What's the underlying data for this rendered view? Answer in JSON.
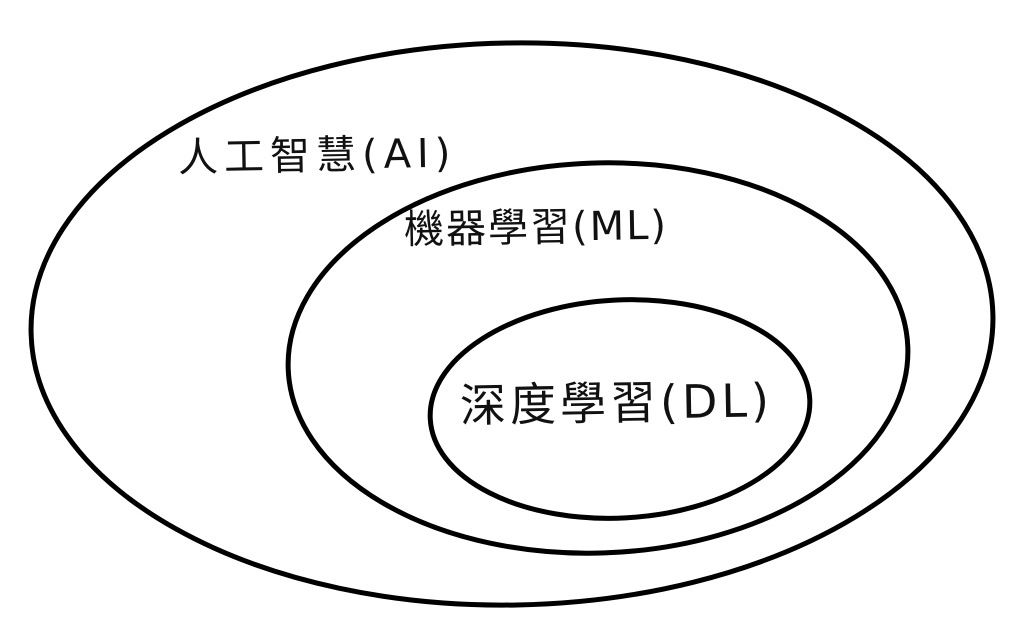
{
  "diagram": {
    "type": "nested-sets",
    "colors": {
      "stroke": "#000000",
      "background": "#ffffff",
      "text": "#111111"
    },
    "sets": [
      {
        "label": "人工智慧(AI)"
      },
      {
        "label": "機器學習(ML)"
      },
      {
        "label": "深度學習(DL)"
      }
    ]
  }
}
